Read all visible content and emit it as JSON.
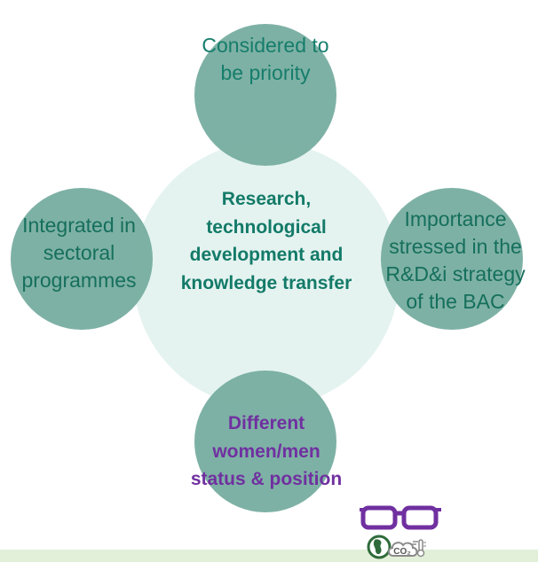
{
  "diagram": {
    "center": {
      "text": "Research,\ntechnological\ndevelopment and\nknowledge transfer"
    },
    "top": {
      "text": "Considered to\nbe priority"
    },
    "left": {
      "text": "Integrated in\nsectoral\nprogrammes"
    },
    "right": {
      "text": "Importance\nstressed in the\nR&D&i strategy\nof the BAC"
    },
    "bottom": {
      "text": "Different\nwomen/men\nstatus & position"
    }
  },
  "logo": {
    "co2_text": "CO₂"
  },
  "colors": {
    "satellite": "#74ab9e",
    "center_fill": "#e4f3f0",
    "teal_text": "#157d6b",
    "purple_text": "#7030a0",
    "band": "#e2f0d9"
  }
}
